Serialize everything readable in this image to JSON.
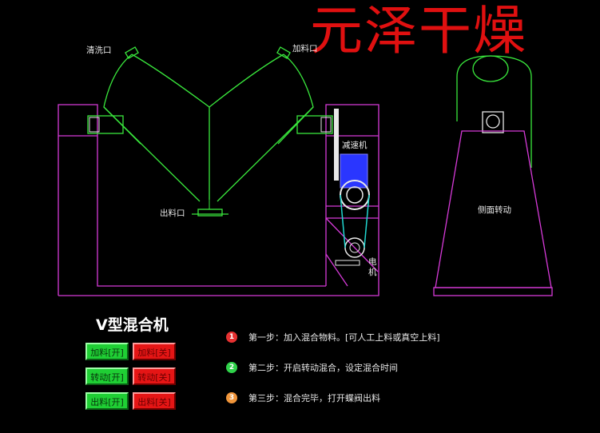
{
  "brand_title": "元泽干燥",
  "labels": {
    "wash_port": "清洗口",
    "feed_port": "加料口",
    "discharge_port": "出料口",
    "reducer": "减速机",
    "motor": "电\n机",
    "side_rotation": "侧面转动"
  },
  "machine_title": "V型混合机",
  "buttons": [
    {
      "on": "加料[开]",
      "off": "加料[关]"
    },
    {
      "on": "转动[开]",
      "off": "转动[关]"
    },
    {
      "on": "出料[开]",
      "off": "出料[关]"
    }
  ],
  "steps": [
    {
      "num": "1",
      "text": "第一步：加入混合物料。[可人工上料或真空上料]",
      "color": "#e53131"
    },
    {
      "num": "2",
      "text": "第二步：开启转动混合，设定混合时间",
      "color": "#2fd24a"
    },
    {
      "num": "3",
      "text": "第三步：混合完毕，打开蝶阀出料",
      "color": "#f0953a"
    }
  ],
  "colors": {
    "frame": "#d63ad8",
    "vessel": "#39e63c",
    "belt": "#20d6d0",
    "reducer": "#2a36ff",
    "brand": "#e01010"
  }
}
